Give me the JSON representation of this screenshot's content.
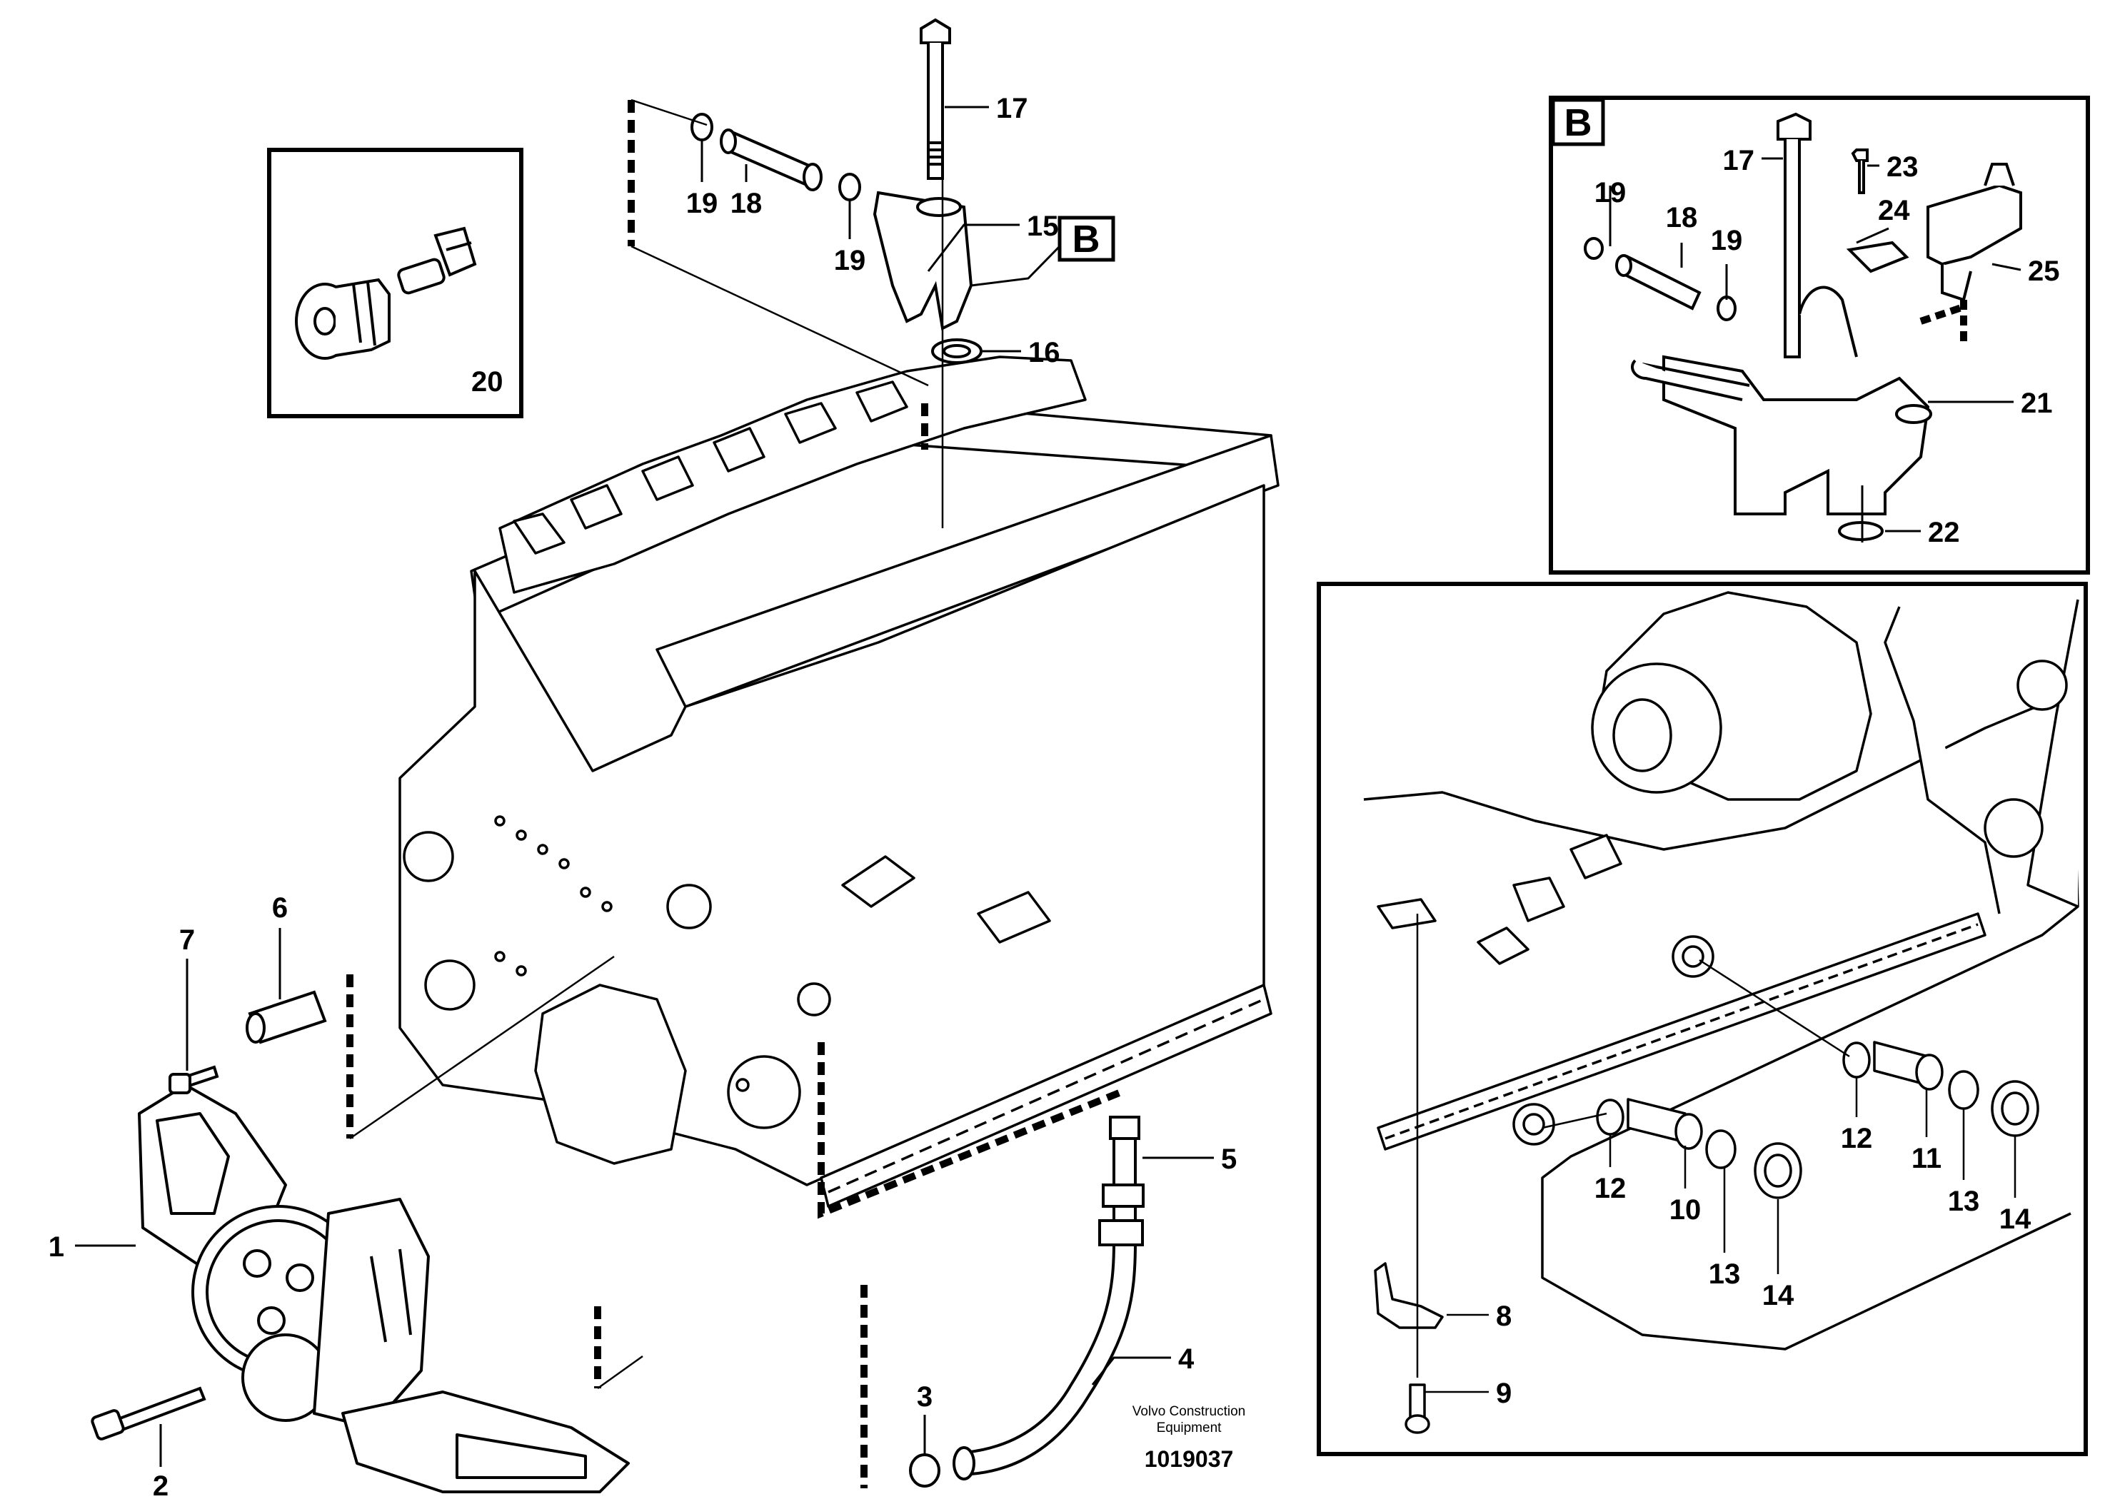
{
  "diagram": {
    "callouts": {
      "c1": "1",
      "c2": "2",
      "c3": "3",
      "c4": "4",
      "c5": "5",
      "c6": "6",
      "c7": "7",
      "c8": "8",
      "c9": "9",
      "c10": "10",
      "c11": "11",
      "c12": "12",
      "c13": "13",
      "c14": "14",
      "c15": "15",
      "c16": "16",
      "c17": "17",
      "c18": "18",
      "c19": "19",
      "c20": "20",
      "c21": "21",
      "c22": "22",
      "c23": "23",
      "c24": "24",
      "c25": "25"
    },
    "detail_marker": "B",
    "credit_line1": "Volvo Construction",
    "credit_line2": "Equipment",
    "document_number": "1019037"
  }
}
